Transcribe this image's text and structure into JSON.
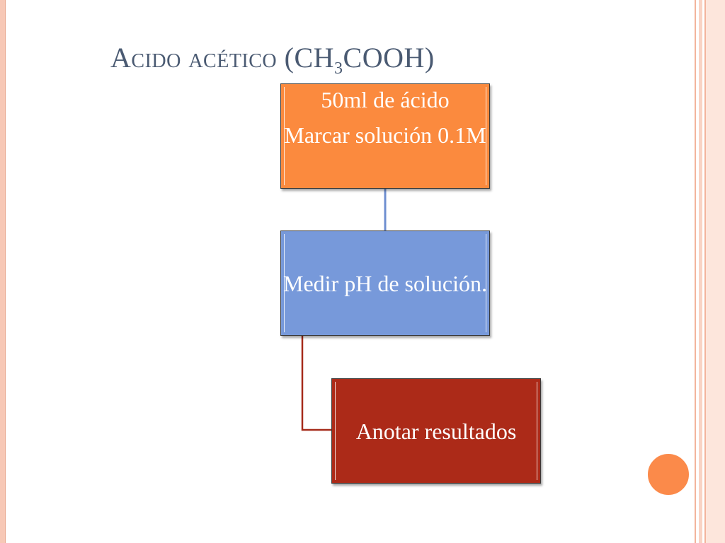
{
  "slide": {
    "title_main": "Acido acético (CH",
    "title_sub": "3",
    "title_end": "COOH)"
  },
  "diagram": {
    "steps": [
      {
        "lines": [
          "50ml de ácido",
          "Marcar solución 0.1M"
        ]
      },
      {
        "lines": [
          "Medir pH de solución."
        ]
      },
      {
        "lines": [
          "Anotar resultados"
        ]
      }
    ]
  },
  "colors": {
    "step_1": "#fb8a3e",
    "step_2": "#7799da",
    "step_3": "#ac2a18",
    "title": "#4a5a72",
    "accent_dot": "#fb8a4a"
  }
}
